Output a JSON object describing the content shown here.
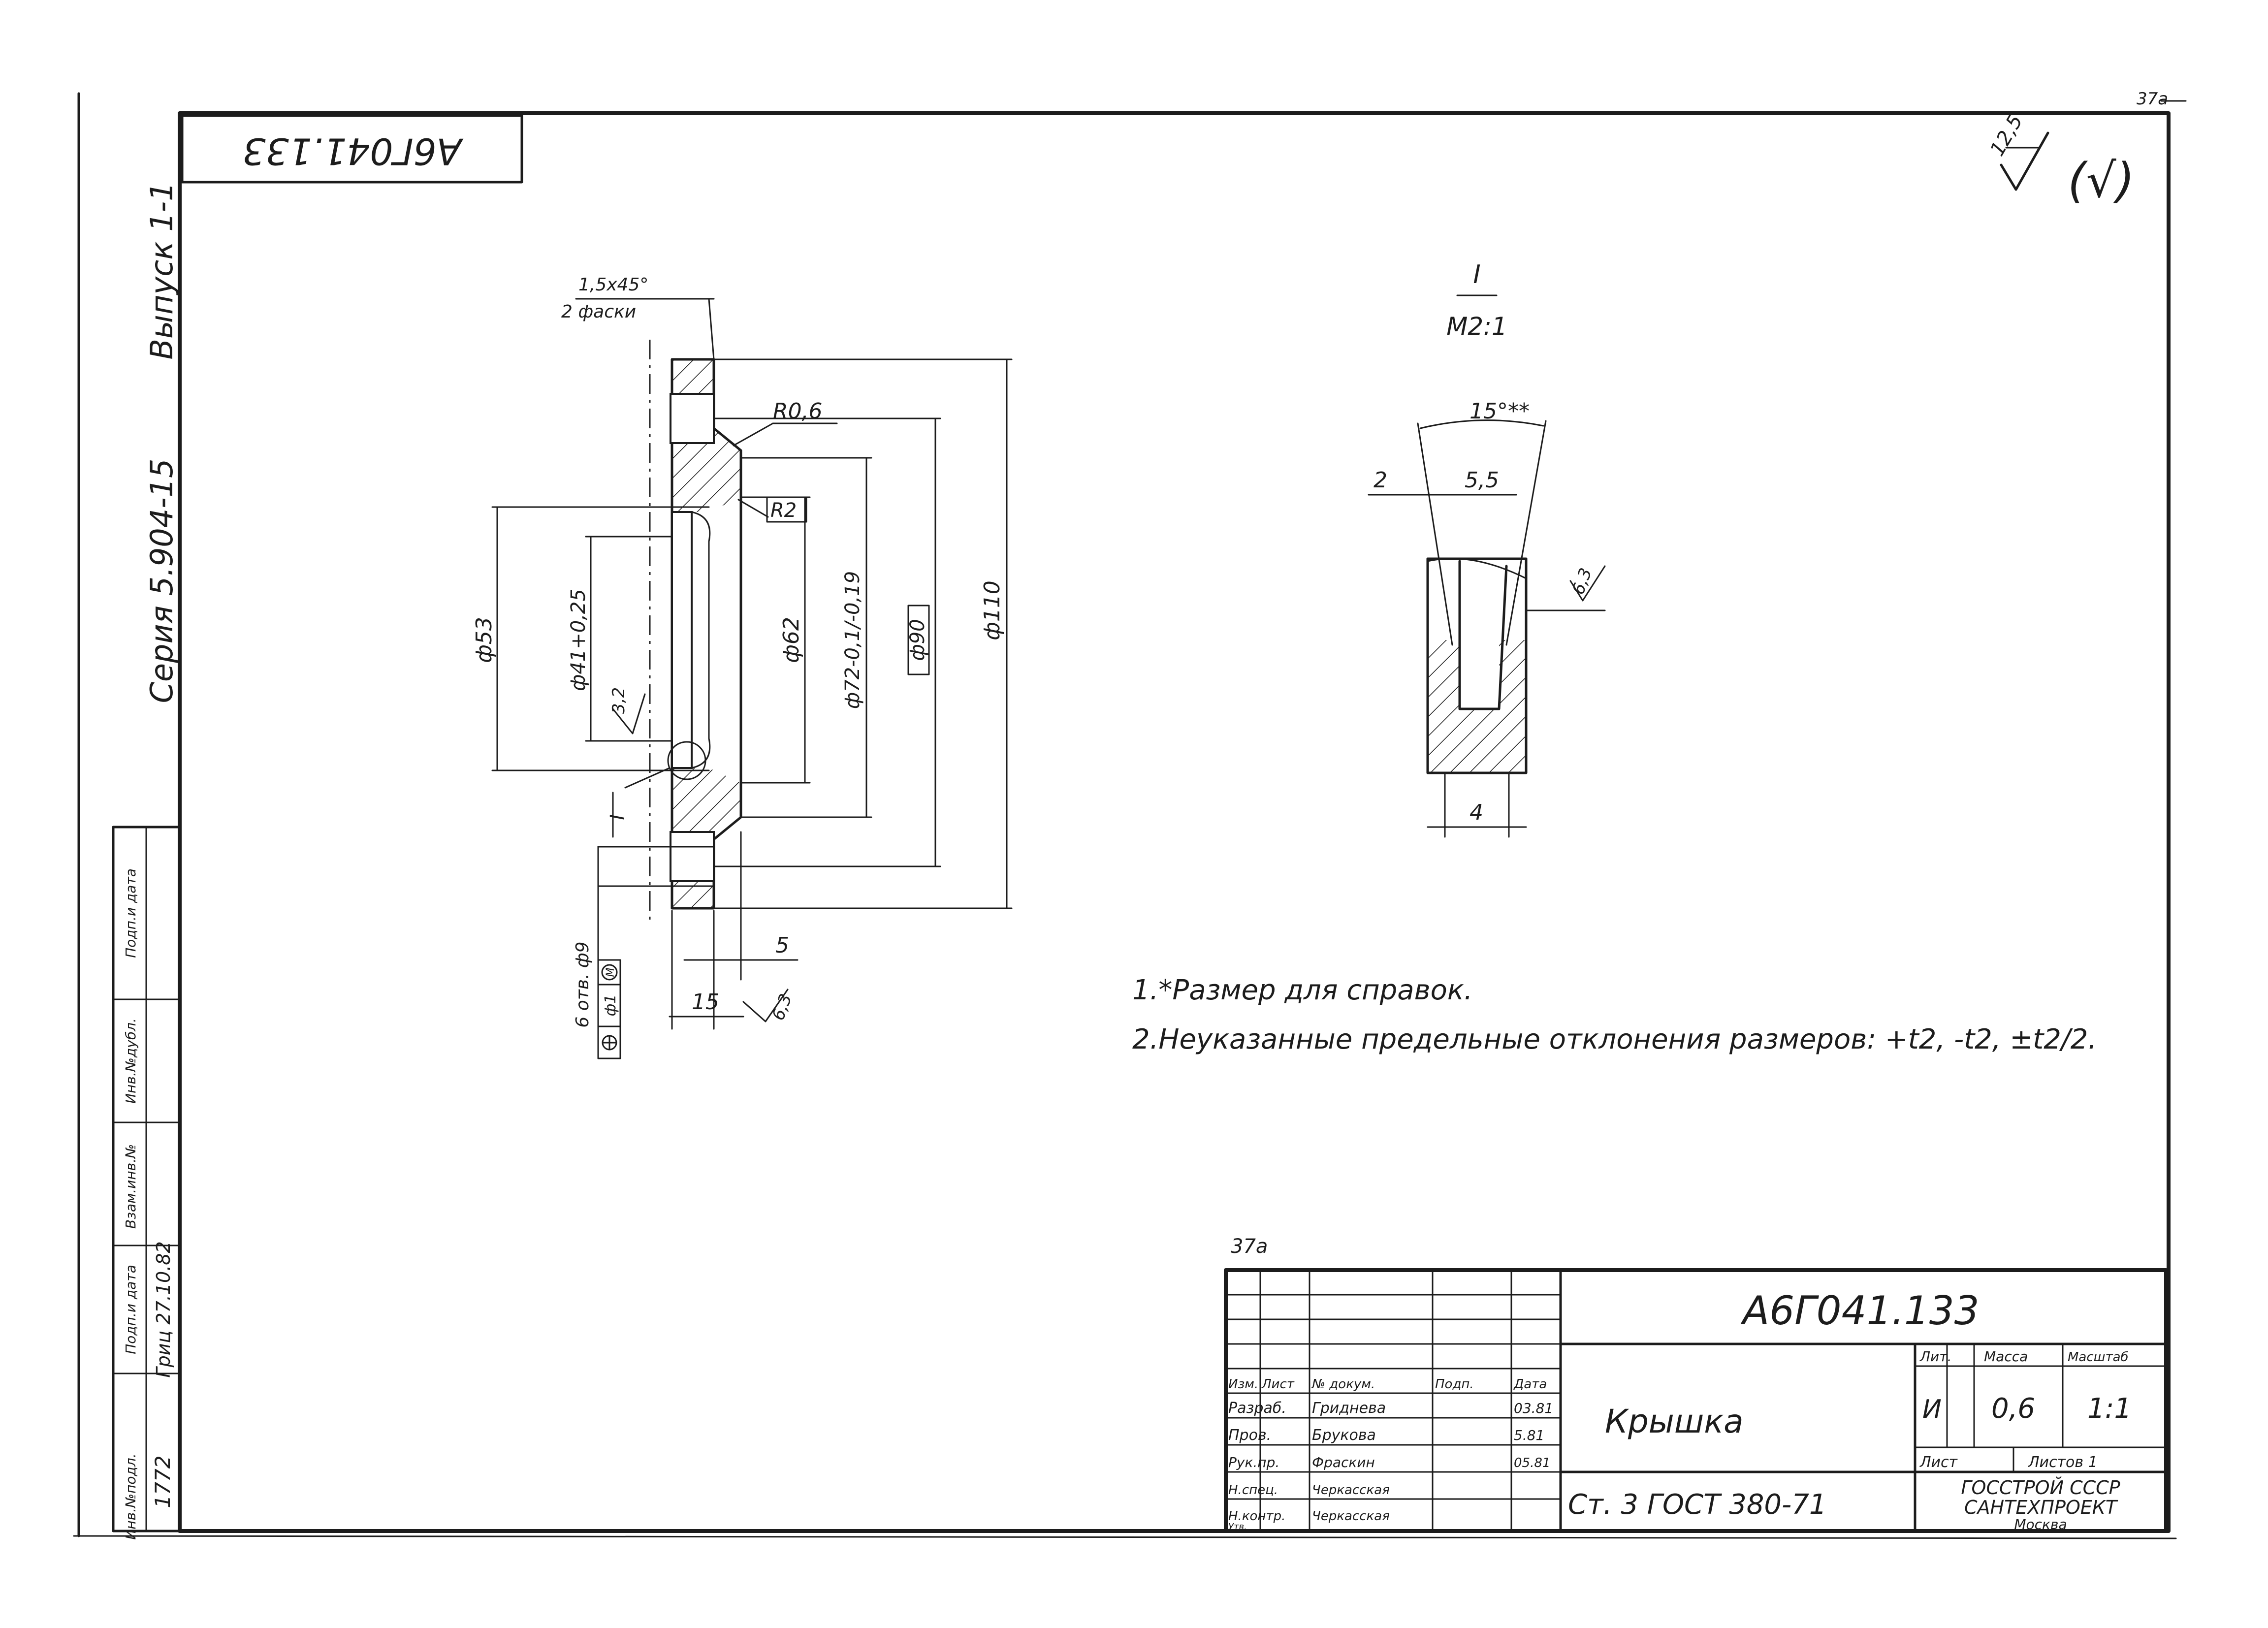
{
  "stamp": {
    "designation": "А6Г041.133"
  },
  "corner_mark": "37а",
  "surface_finish": {
    "general": "12,5",
    "other": "(√)"
  },
  "sidebar": {
    "series": "Серия 5.904-15",
    "issue": "Выпуск 1-1",
    "cells": [
      "Инв.№подл.",
      "Подп.и дата",
      "Взам.инв.№",
      "Инв.№дубл.",
      "Подп.и дата"
    ],
    "values": [
      "1772",
      "Гриц 27.10.82"
    ]
  },
  "main_view": {
    "chamfer_size": "1,5x45°",
    "chamfer_count": "2 фаски",
    "radius_large": "R0,6",
    "radius_small": "R2",
    "dia_53": "ф53",
    "dia_41": "ф41+0,25",
    "dia_62": "ф62",
    "dia_72": "ф72-0,1/-0,19",
    "dia_90": "ф90",
    "dia_110": "ф110",
    "finish_inner": "3,2",
    "holes": "6 отв. ф9",
    "position_tol": "ф1",
    "position_mod": "M",
    "dim_5": "5",
    "dim_15": "15",
    "finish_face": "6,3",
    "section_mark": "I"
  },
  "detail_view": {
    "label": "I",
    "scale": "М2:1",
    "angle": "15°**",
    "dim_2": "2",
    "dim_55": "5,5",
    "dim_4": "4",
    "finish": "6,3"
  },
  "notes": [
    "1.*Размер для справок.",
    "2.Неуказанные предельные отклонения размеров: +t2, -t2, ±t2/2."
  ],
  "title_block": {
    "designation": "А6Г041.133",
    "name": "Крышка",
    "material": "Ст. 3 ГОСТ 380-71",
    "header": [
      "Изм.",
      "Лист",
      "№ докум.",
      "Подп.",
      "Дата"
    ],
    "rows": [
      {
        "role": "Разраб.",
        "name": "Гриднева",
        "date": "03.81"
      },
      {
        "role": "Пров.",
        "name": "Брукова",
        "date": "5.81"
      },
      {
        "role": "Рук.пр.",
        "name": "Фраскин",
        "date": "05.81"
      },
      {
        "role": "Н.спец.",
        "name": "Черкасская",
        "date": ""
      },
      {
        "role": "Н.контр.",
        "name": "Черкасская",
        "date": ""
      },
      {
        "role": "Утв.",
        "name": "",
        "date": ""
      }
    ],
    "lit_label": "Лит.",
    "mass_label": "Масса",
    "scale_label": "Масштаб",
    "lit_value": "И",
    "mass_value": "0,6",
    "scale_value": "1:1",
    "sheet_label": "Лист",
    "sheets_label": "Листов 1",
    "org": [
      "ГОССТРОЙ СССР",
      "САНТЕХПРОЕКТ",
      "Москва"
    ]
  }
}
